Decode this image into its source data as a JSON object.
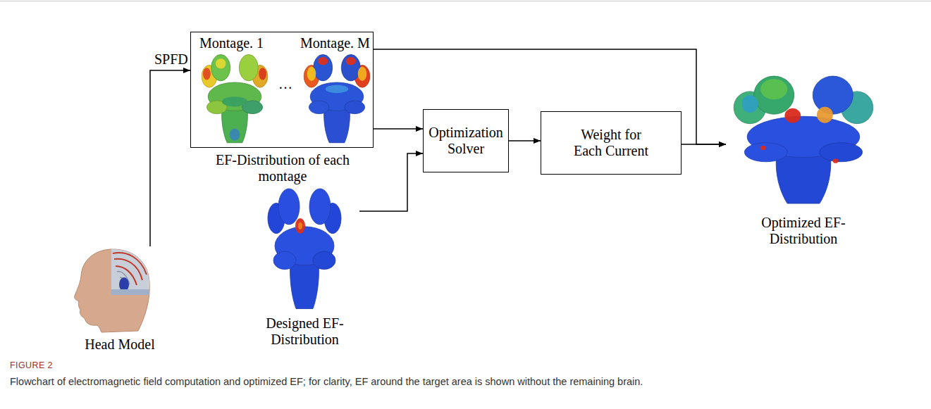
{
  "diagram": {
    "caption": "Flowchart of electromagnetic field computation and optimized EF; for clarity, EF around the target area is shown without the remaining brain.",
    "nodes": [
      {
        "text": [
          "Head Model"
        ]
      },
      {
        "text": [
          "Montage. 1",
          "…",
          "Montage. M",
          "EF-Distribution of each montage"
        ]
      },
      {
        "text": [
          "Designed EF-Distribution"
        ]
      },
      {
        "text": [
          "Optimization Solver"
        ]
      },
      {
        "text": [
          "Weight for Each Current"
        ]
      },
      {
        "text": [
          "Optimized EF-Distribution"
        ]
      }
    ],
    "edges": [
      {
        "from": 0,
        "to": 1,
        "arrow": "to",
        "label": "SPFD"
      },
      {
        "from": 1,
        "to": 3,
        "arrow": "to"
      },
      {
        "from": 2,
        "to": 3,
        "arrow": "to"
      },
      {
        "from": 3,
        "to": 4,
        "arrow": "to"
      },
      {
        "from": 4,
        "to": 5,
        "arrow": "to"
      },
      {
        "from": 1,
        "to": 5,
        "arrow": "to"
      }
    ],
    "labels": [
      "FIGURE 2"
    ]
  }
}
